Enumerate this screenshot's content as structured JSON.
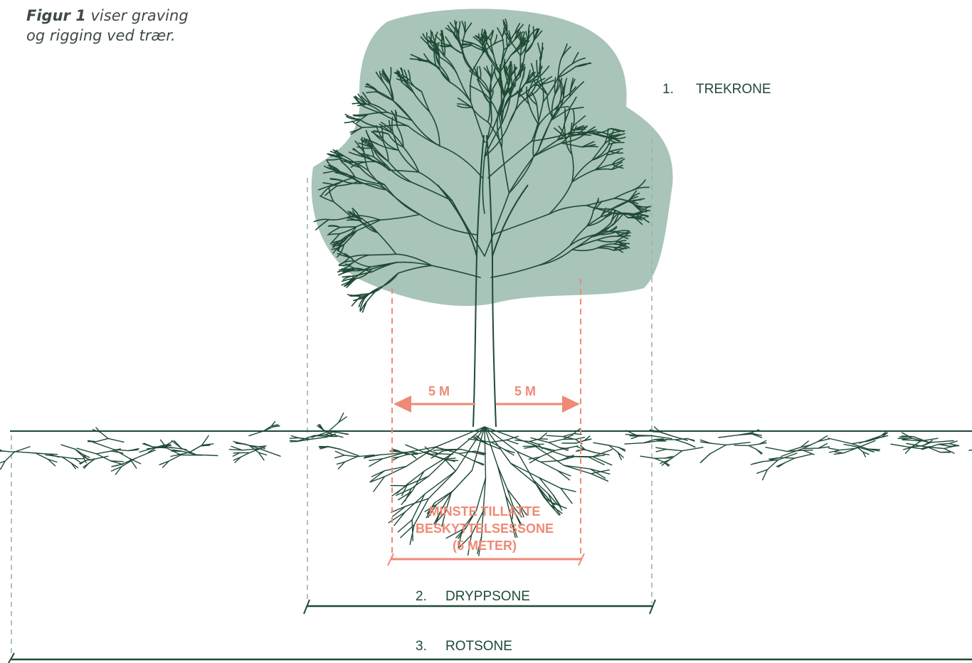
{
  "caption": {
    "bold": "Figur 1",
    "rest": " viser graving og rigging ved trær."
  },
  "labels": {
    "crown_num": "1.",
    "crown": "TREKRONE",
    "drip_num": "2.",
    "drip": "DRYPPSONE",
    "root_num": "3.",
    "root": "ROTSONE",
    "left_distance": "5 M",
    "right_distance": "5 M",
    "protection_line1": "MINSTE TILLATTE",
    "protection_line2": "BESKYTTELSESSONE",
    "protection_line3": "(5 METER)"
  },
  "colors": {
    "canopy": "#a9c4b8",
    "tree": "#1f4a36",
    "protection": "#ee8a76",
    "guide": "#9bb3a8"
  }
}
